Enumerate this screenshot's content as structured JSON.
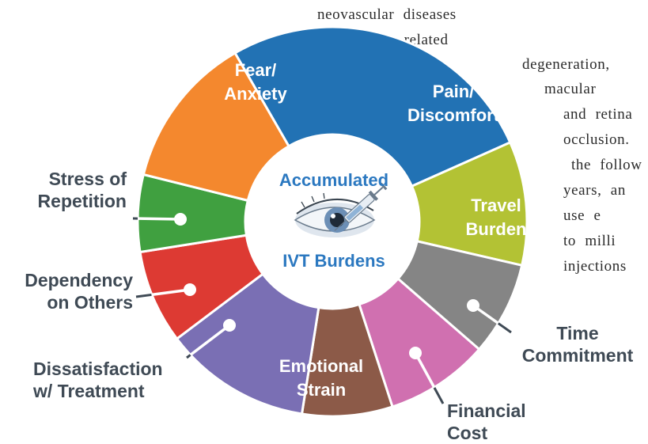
{
  "center": {
    "top_label": "Accumulated",
    "bottom_label": "IVT Burdens"
  },
  "segments": [
    {
      "key": "fear",
      "line1": "Fear/",
      "line2": "Anxiety",
      "color": "#2272b4"
    },
    {
      "key": "pain",
      "line1": "Pain/",
      "line2": "Discomfort",
      "color": "#b3c234"
    },
    {
      "key": "travel",
      "line1": "Travel",
      "line2": "Burden",
      "color": "#858585"
    },
    {
      "key": "time",
      "line1": "Time",
      "line2": "Commitment",
      "color": "#d070b0"
    },
    {
      "key": "financial",
      "line1": "Financial",
      "line2": "Cost",
      "color": "#8c5a48"
    },
    {
      "key": "emotional",
      "line1": "Emotional",
      "line2": "Strain",
      "color": "#7a6fb4"
    },
    {
      "key": "dissatisfaction",
      "line1": "Dissatisfaction",
      "line2": "w/ Treatment",
      "color": "#dd3a33"
    },
    {
      "key": "dependency",
      "line1": "Dependency",
      "line2": "on Others",
      "color": "#40a040"
    },
    {
      "key": "stress",
      "line1": "Stress of",
      "line2": "Repetition",
      "color": "#f4882e"
    }
  ],
  "background_text": [
    "neovascular  diseases",
    "wet   age-related",
    "degeneration,",
    "macular",
    "and   retina",
    "occlusion.",
    "the  follow",
    "years,  an",
    "use      e",
    "to    milli",
    "injections"
  ],
  "colors": {
    "label_dark": "#3f4a55",
    "center_blue": "#2b78c0",
    "inner_white": "#ffffff"
  },
  "icons": {
    "center_image": "eye-with-syringe-icon"
  }
}
